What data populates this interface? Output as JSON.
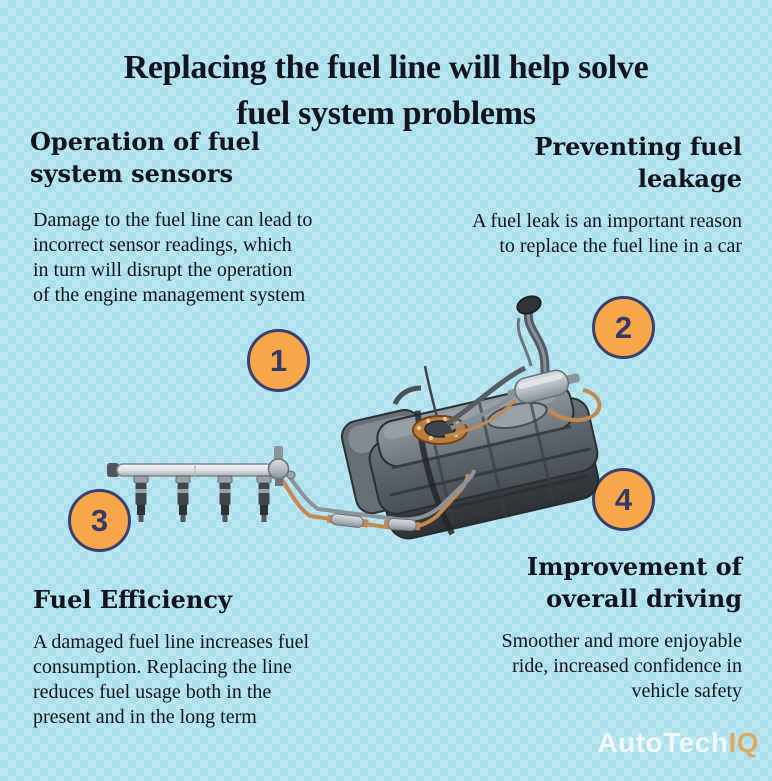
{
  "page_title": "Replacing the fuel line will help solve\nfuel system problems",
  "sections": [
    {
      "number": "1",
      "heading": "Operation of fuel\nsystem sensors",
      "body": "Damage to the fuel line can lead to\nincorrect sensor readings, which\nin turn will disrupt the operation\nof the engine management system",
      "align": "left"
    },
    {
      "number": "2",
      "heading": "Preventing fuel\nleakage",
      "body": "A fuel leak is an important reason\nto replace the fuel line in a car",
      "align": "right"
    },
    {
      "number": "3",
      "heading": "Fuel Efficiency",
      "body": "A damaged fuel line increases fuel\nconsumption. Replacing the line\nreduces fuel usage both in the\npresent and in the long term",
      "align": "left"
    },
    {
      "number": "4",
      "heading": "Improvement of\noverall driving",
      "body": "Smoother and more enjoyable\nride, increased confidence in\nvehicle safety",
      "align": "right"
    }
  ],
  "logo": {
    "text_primary": "AutoTech",
    "text_accent": "IQ"
  },
  "illustration": {
    "description": "Drawing of a car fuel system: fuel rail with four injectors connected by twin fuel lines with couplers to a fuel tank carrying a pump module with copper flange, a fuel filter and a filler neck"
  },
  "colors": {
    "background_light": "#bae7f2",
    "background_dark": "#abdfec",
    "badge_fill": "#f7a64a",
    "badge_border": "#39406f",
    "badge_text": "#333a68",
    "text": "#14141e",
    "logo_primary": "#f2f7f8",
    "logo_accent": "#dcab61",
    "copper_line": "#c28a50",
    "tank_gray": "#575e66"
  }
}
